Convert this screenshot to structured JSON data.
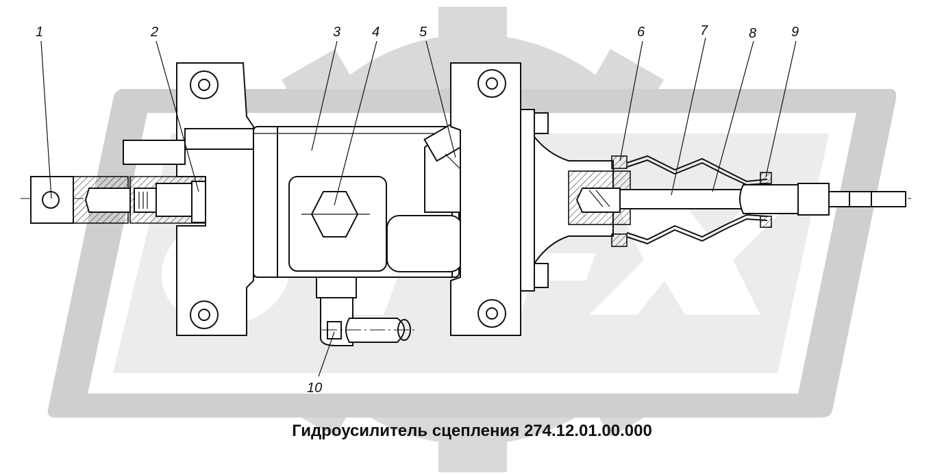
{
  "caption": "Гидроусилитель сцепления 274.12.01.00.000",
  "watermark": {
    "text": "OPEX",
    "color": "#d6d6d6",
    "icon": "gear-logo-icon"
  },
  "callouts": [
    {
      "id": "1",
      "label": "1"
    },
    {
      "id": "2",
      "label": "2"
    },
    {
      "id": "3",
      "label": "3"
    },
    {
      "id": "4",
      "label": "4"
    },
    {
      "id": "5",
      "label": "5"
    },
    {
      "id": "6",
      "label": "6"
    },
    {
      "id": "7",
      "label": "7"
    },
    {
      "id": "8",
      "label": "8"
    },
    {
      "id": "9",
      "label": "9"
    },
    {
      "id": "10",
      "label": "10"
    }
  ]
}
